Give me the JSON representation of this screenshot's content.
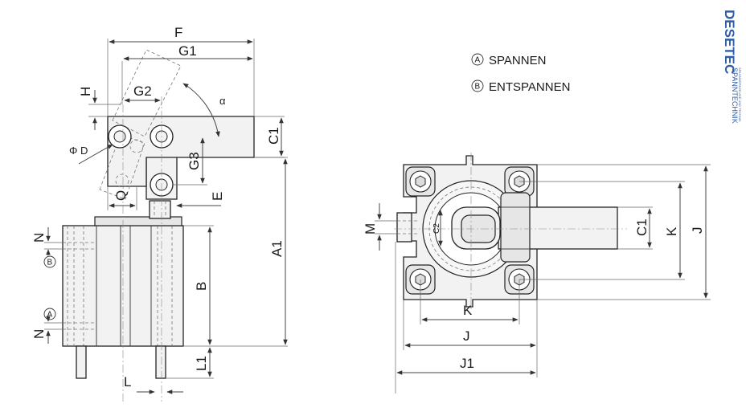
{
  "brand": {
    "name": "DESETEC",
    "subtitle": "SPANNTECHNIK",
    "tagline": "SPANNWERKZEUGE UND TECHNIK"
  },
  "legend": {
    "a_symbol": "A",
    "a_label": "SPANNEN",
    "b_symbol": "B",
    "b_label": "ENTSPANNEN"
  },
  "left_view": {
    "dim_F": "F",
    "dim_G1": "G1",
    "dim_G2": "G2",
    "dim_H": "H",
    "dim_alpha": "α",
    "dim_C1": "C1",
    "dim_G3": "G3",
    "dim_phiD": "Φ D",
    "dim_Q": "Q",
    "dim_E": "E",
    "dim_N_top": "N",
    "dim_port_B": "B",
    "dim_B": "B",
    "dim_A1": "A1",
    "dim_port_A": "A",
    "dim_N_bottom": "N",
    "dim_L1": "L1",
    "dim_L": "L"
  },
  "right_view": {
    "dim_M": "M",
    "dim_C2": "C2",
    "dim_C1": "C1",
    "dim_K_vertical": "K",
    "dim_J_vertical": "J",
    "dim_K": "K",
    "dim_J": "J",
    "dim_J1": "J1"
  }
}
